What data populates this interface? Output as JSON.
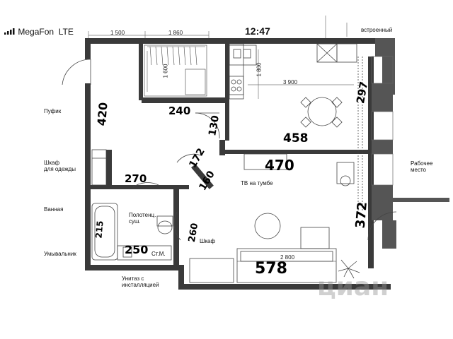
{
  "status": {
    "carrier": "MegaFon",
    "network": "LTE",
    "time": "12:47"
  },
  "labels": {
    "builtin": "встроенный",
    "pufik": "Пуфик",
    "wardrobe_line1": "Шкаф",
    "wardrobe_line2": "для одежды",
    "bath": "Ванная",
    "towel_line1": "Полотенц.",
    "towel_line2": "суш.",
    "washbasin": "Умывальник",
    "washer": "Ст.М.",
    "toilet_line1": "Унитаз с",
    "toilet_line2": "инсталляцией",
    "tv": "ТВ на тумбе",
    "workplace_line1": "Рабочее",
    "workplace_line2": "место",
    "closet": "Шкаф"
  },
  "dimensions": {
    "top_1500": "1 500",
    "top_1860": "1 860",
    "d_1600": "1 600",
    "d_1800": "1 800",
    "d_3900": "3 900",
    "d_2800": "2 800"
  },
  "handwritten": {
    "h420": "420",
    "h240": "240",
    "h130": "130",
    "h458": "458",
    "h297": "297",
    "h172": "172",
    "h470": "470",
    "h270": "270",
    "h160": "160",
    "h372": "372",
    "h215": "215",
    "h250": "250",
    "h260": "260",
    "h578": "578"
  },
  "watermark": "циан"
}
